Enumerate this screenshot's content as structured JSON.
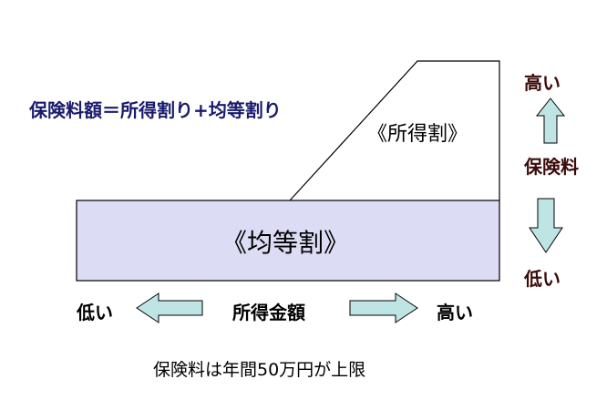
{
  "formula": "保険料額＝所得割り+均等割り",
  "income_portion_label": "《所得割》",
  "flat_portion_label": "《均等割》",
  "premium_axis": {
    "high": "高い",
    "label": "保険料",
    "low": "低い"
  },
  "income_axis": {
    "low": "低い",
    "label": "所得金額",
    "high": "高い"
  },
  "footnote": "保険料は年間50万円が上限",
  "colors": {
    "formula_text": "#1a1a6e",
    "premium_text": "#3b0a0a",
    "flat_fill": "#dcdcf5",
    "arrow_fill": "#bfe4e4",
    "outline": "#000000"
  }
}
